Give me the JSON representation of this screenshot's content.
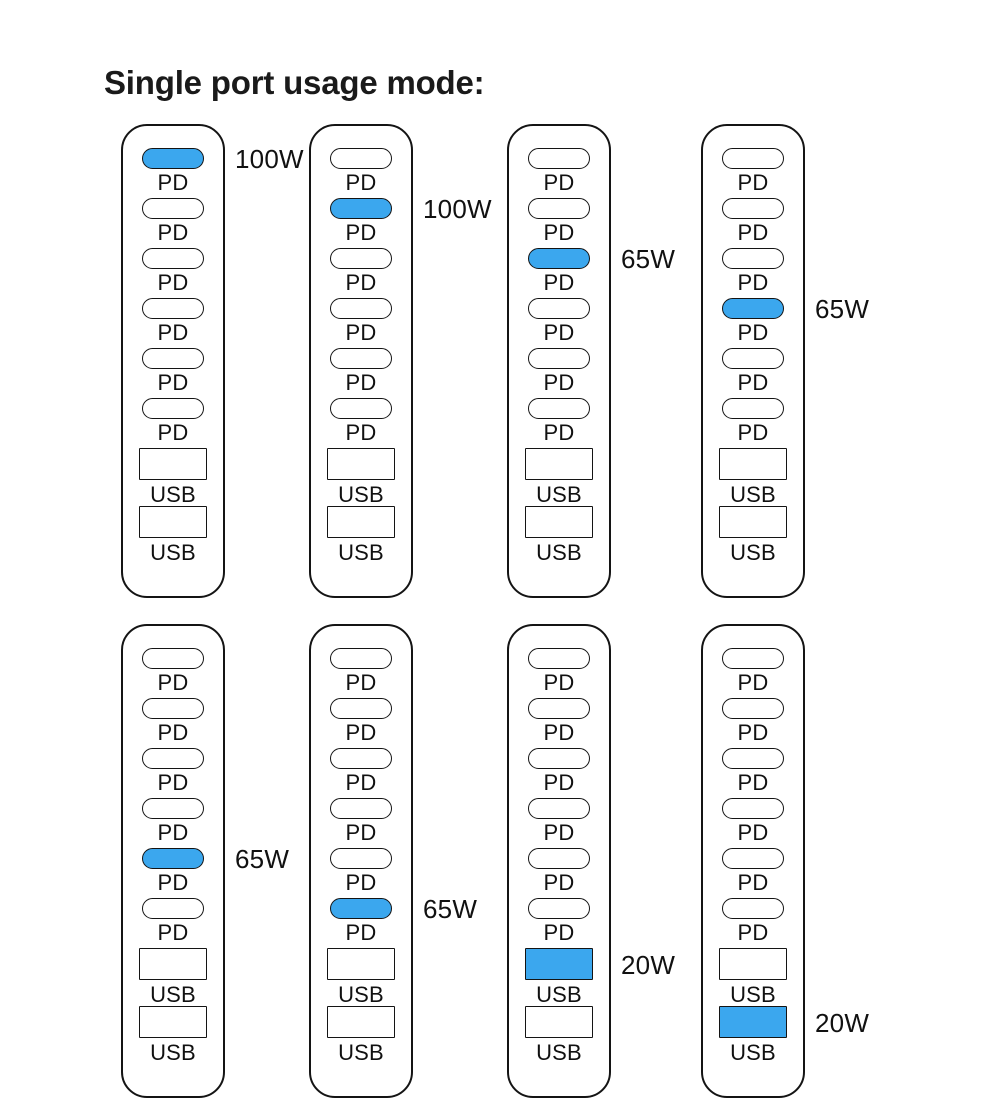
{
  "page": {
    "title": "Single port usage mode:"
  },
  "colors": {
    "active_port": "#3ba7ee",
    "outline": "#141414",
    "text": "#111111",
    "background": "#ffffff"
  },
  "port_types": {
    "pd_label": "PD",
    "usb_label": "USB"
  },
  "devices": [
    {
      "index": 1,
      "row": 0,
      "column": 0,
      "active_port_index": 0,
      "active_port_type": "PD",
      "watt_label": "100W",
      "ports": [
        {
          "type": "PD",
          "label": "PD",
          "active": true
        },
        {
          "type": "PD",
          "label": "PD",
          "active": false
        },
        {
          "type": "PD",
          "label": "PD",
          "active": false
        },
        {
          "type": "PD",
          "label": "PD",
          "active": false
        },
        {
          "type": "PD",
          "label": "PD",
          "active": false
        },
        {
          "type": "PD",
          "label": "PD",
          "active": false
        },
        {
          "type": "USB",
          "label": "USB",
          "active": false
        },
        {
          "type": "USB",
          "label": "USB",
          "active": false
        }
      ]
    },
    {
      "index": 2,
      "row": 0,
      "column": 1,
      "active_port_index": 1,
      "active_port_type": "PD",
      "watt_label": "100W",
      "ports": [
        {
          "type": "PD",
          "label": "PD",
          "active": false
        },
        {
          "type": "PD",
          "label": "PD",
          "active": true
        },
        {
          "type": "PD",
          "label": "PD",
          "active": false
        },
        {
          "type": "PD",
          "label": "PD",
          "active": false
        },
        {
          "type": "PD",
          "label": "PD",
          "active": false
        },
        {
          "type": "PD",
          "label": "PD",
          "active": false
        },
        {
          "type": "USB",
          "label": "USB",
          "active": false
        },
        {
          "type": "USB",
          "label": "USB",
          "active": false
        }
      ]
    },
    {
      "index": 3,
      "row": 0,
      "column": 2,
      "active_port_index": 2,
      "active_port_type": "PD",
      "watt_label": "65W",
      "ports": [
        {
          "type": "PD",
          "label": "PD",
          "active": false
        },
        {
          "type": "PD",
          "label": "PD",
          "active": false
        },
        {
          "type": "PD",
          "label": "PD",
          "active": true
        },
        {
          "type": "PD",
          "label": "PD",
          "active": false
        },
        {
          "type": "PD",
          "label": "PD",
          "active": false
        },
        {
          "type": "PD",
          "label": "PD",
          "active": false
        },
        {
          "type": "USB",
          "label": "USB",
          "active": false
        },
        {
          "type": "USB",
          "label": "USB",
          "active": false
        }
      ]
    },
    {
      "index": 4,
      "row": 0,
      "column": 3,
      "active_port_index": 3,
      "active_port_type": "PD",
      "watt_label": "65W",
      "ports": [
        {
          "type": "PD",
          "label": "PD",
          "active": false
        },
        {
          "type": "PD",
          "label": "PD",
          "active": false
        },
        {
          "type": "PD",
          "label": "PD",
          "active": false
        },
        {
          "type": "PD",
          "label": "PD",
          "active": true
        },
        {
          "type": "PD",
          "label": "PD",
          "active": false
        },
        {
          "type": "PD",
          "label": "PD",
          "active": false
        },
        {
          "type": "USB",
          "label": "USB",
          "active": false
        },
        {
          "type": "USB",
          "label": "USB",
          "active": false
        }
      ]
    },
    {
      "index": 5,
      "row": 1,
      "column": 0,
      "active_port_index": 4,
      "active_port_type": "PD",
      "watt_label": "65W",
      "ports": [
        {
          "type": "PD",
          "label": "PD",
          "active": false
        },
        {
          "type": "PD",
          "label": "PD",
          "active": false
        },
        {
          "type": "PD",
          "label": "PD",
          "active": false
        },
        {
          "type": "PD",
          "label": "PD",
          "active": false
        },
        {
          "type": "PD",
          "label": "PD",
          "active": true
        },
        {
          "type": "PD",
          "label": "PD",
          "active": false
        },
        {
          "type": "USB",
          "label": "USB",
          "active": false
        },
        {
          "type": "USB",
          "label": "USB",
          "active": false
        }
      ]
    },
    {
      "index": 6,
      "row": 1,
      "column": 1,
      "active_port_index": 5,
      "active_port_type": "PD",
      "watt_label": "65W",
      "ports": [
        {
          "type": "PD",
          "label": "PD",
          "active": false
        },
        {
          "type": "PD",
          "label": "PD",
          "active": false
        },
        {
          "type": "PD",
          "label": "PD",
          "active": false
        },
        {
          "type": "PD",
          "label": "PD",
          "active": false
        },
        {
          "type": "PD",
          "label": "PD",
          "active": false
        },
        {
          "type": "PD",
          "label": "PD",
          "active": true
        },
        {
          "type": "USB",
          "label": "USB",
          "active": false
        },
        {
          "type": "USB",
          "label": "USB",
          "active": false
        }
      ]
    },
    {
      "index": 7,
      "row": 1,
      "column": 2,
      "active_port_index": 6,
      "active_port_type": "USB",
      "watt_label": "20W",
      "ports": [
        {
          "type": "PD",
          "label": "PD",
          "active": false
        },
        {
          "type": "PD",
          "label": "PD",
          "active": false
        },
        {
          "type": "PD",
          "label": "PD",
          "active": false
        },
        {
          "type": "PD",
          "label": "PD",
          "active": false
        },
        {
          "type": "PD",
          "label": "PD",
          "active": false
        },
        {
          "type": "PD",
          "label": "PD",
          "active": false
        },
        {
          "type": "USB",
          "label": "USB",
          "active": true
        },
        {
          "type": "USB",
          "label": "USB",
          "active": false
        }
      ]
    },
    {
      "index": 8,
      "row": 1,
      "column": 3,
      "active_port_index": 7,
      "active_port_type": "USB",
      "watt_label": "20W",
      "ports": [
        {
          "type": "PD",
          "label": "PD",
          "active": false
        },
        {
          "type": "PD",
          "label": "PD",
          "active": false
        },
        {
          "type": "PD",
          "label": "PD",
          "active": false
        },
        {
          "type": "PD",
          "label": "PD",
          "active": false
        },
        {
          "type": "PD",
          "label": "PD",
          "active": false
        },
        {
          "type": "PD",
          "label": "PD",
          "active": false
        },
        {
          "type": "USB",
          "label": "USB",
          "active": false
        },
        {
          "type": "USB",
          "label": "USB",
          "active": true
        }
      ]
    }
  ]
}
